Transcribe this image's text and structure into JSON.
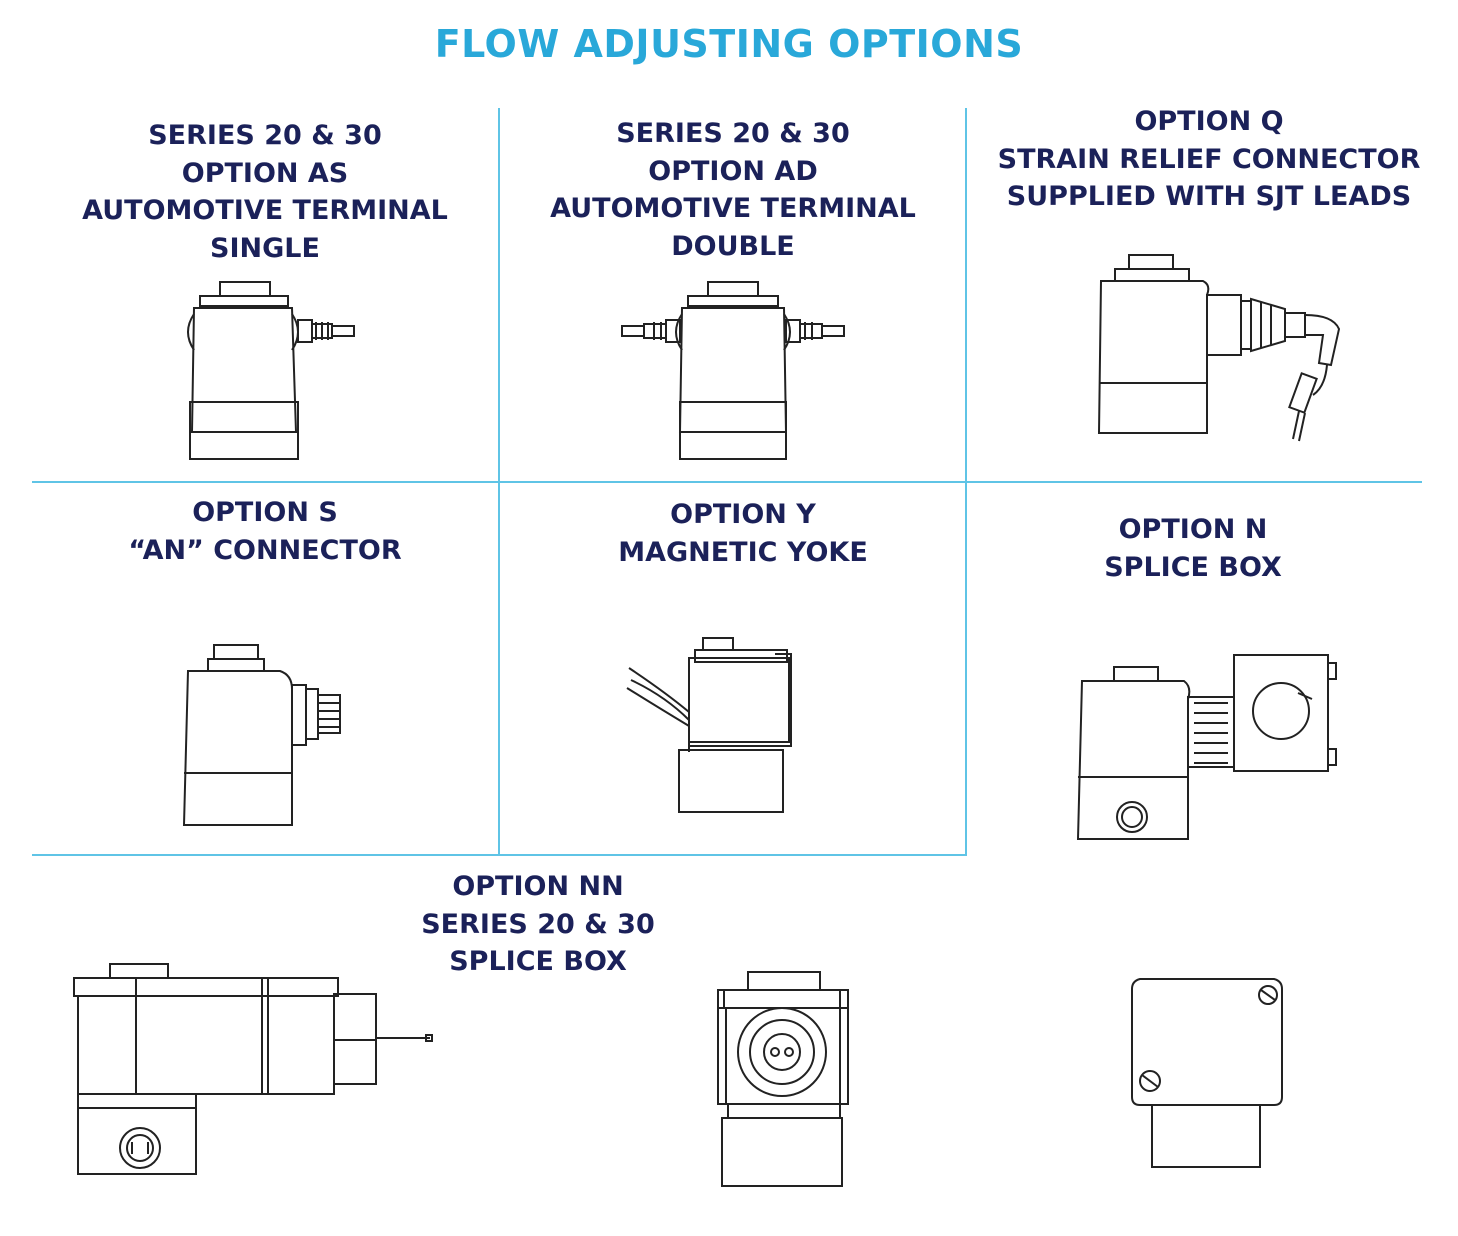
{
  "title": "FLOW ADJUSTING OPTIONS",
  "colors": {
    "title": "#29a8d9",
    "label": "#1b2159",
    "rule": "#5fc4e6",
    "drawing": "#222222"
  },
  "options": [
    {
      "lines": [
        "SERIES 20 & 30",
        "OPTION AS",
        "AUTOMOTIVE TERMINAL",
        "SINGLE"
      ],
      "icon": "valve-single-terminal-icon"
    },
    {
      "lines": [
        "SERIES 20 & 30",
        "OPTION AD",
        "AUTOMOTIVE TERMINAL",
        "DOUBLE"
      ],
      "icon": "valve-double-terminal-icon"
    },
    {
      "lines": [
        "OPTION Q",
        "STRAIN RELIEF CONNECTOR",
        "SUPPLIED WITH SJT LEADS"
      ],
      "icon": "valve-strain-relief-icon"
    },
    {
      "lines": [
        "OPTION S",
        "“AN” CONNECTOR"
      ],
      "icon": "valve-an-connector-icon"
    },
    {
      "lines": [
        "OPTION Y",
        "MAGNETIC YOKE"
      ],
      "icon": "valve-magnetic-yoke-icon"
    },
    {
      "lines": [
        "OPTION N",
        "SPLICE BOX"
      ],
      "icon": "valve-splice-box-icon"
    },
    {
      "lines": [
        "OPTION NN",
        "SERIES 20 & 30",
        "SPLICE BOX"
      ],
      "icon": "valve-splice-box-nn-icon"
    }
  ]
}
